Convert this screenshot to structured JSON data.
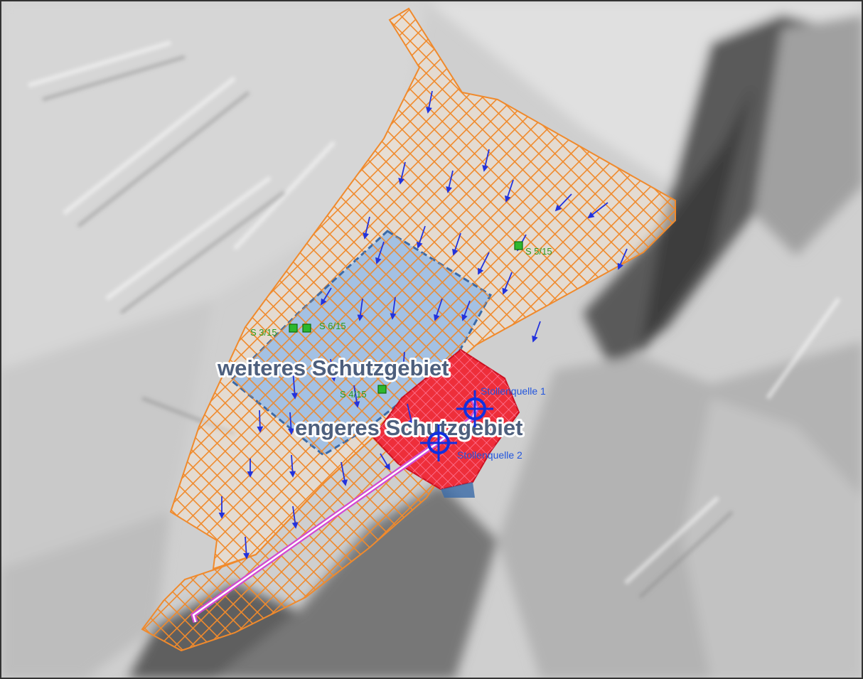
{
  "map": {
    "zones": {
      "outer_label": "weiteres Schutzgebiet",
      "inner_label": "engeres Schutzgebiet"
    },
    "wells": [
      {
        "id": "well-1",
        "label": "Stollenquelle 1"
      },
      {
        "id": "well-2",
        "label": "Stollenquelle 2"
      }
    ],
    "stations": [
      {
        "id": "station-s3",
        "label": "S 3/15"
      },
      {
        "id": "station-s6",
        "label": "S 6/15"
      },
      {
        "id": "station-s4",
        "label": "S 4/15"
      },
      {
        "id": "station-s5",
        "label": "S 5/15"
      }
    ],
    "colors": {
      "outer_zone": "#f08a2c",
      "inner_zone": "#8fb8e8",
      "core_zone": "#ee2e3a",
      "flow_arrow": "#2232dd",
      "gallery": "#d24ad2",
      "well_symbol": "#1030e0",
      "station_marker": "#2eb82e"
    }
  }
}
